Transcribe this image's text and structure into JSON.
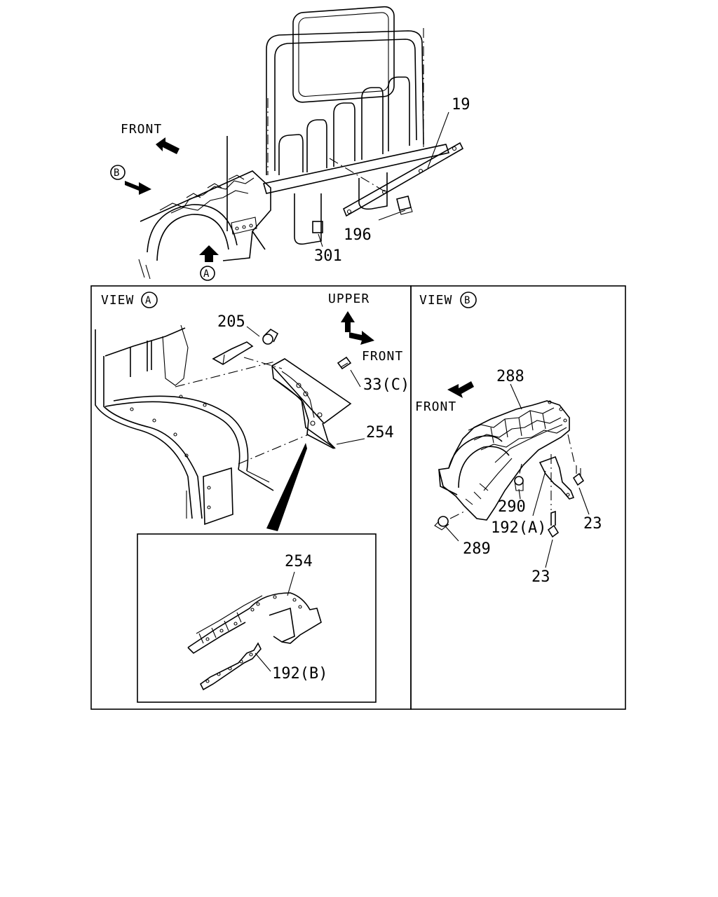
{
  "overview": {
    "front_label": "FRONT",
    "view_ref_a": "A",
    "view_ref_b": "B",
    "parts": {
      "p19": "19",
      "p196": "196",
      "p301": "301"
    }
  },
  "view_a": {
    "title_prefix": "VIEW",
    "title_ref": "A",
    "upper_label": "UPPER",
    "front_label": "FRONT",
    "parts": {
      "p205": "205",
      "p33c": "33(C)",
      "p254": "254"
    },
    "detail": {
      "p254": "254",
      "p192b": "192(B)"
    }
  },
  "view_b": {
    "title_prefix": "VIEW",
    "title_ref": "B",
    "front_label": "FRONT",
    "parts": {
      "p288": "288",
      "p290": "290",
      "p192a": "192(A)",
      "p23_right": "23",
      "p289": "289",
      "p23_bottom": "23"
    }
  }
}
